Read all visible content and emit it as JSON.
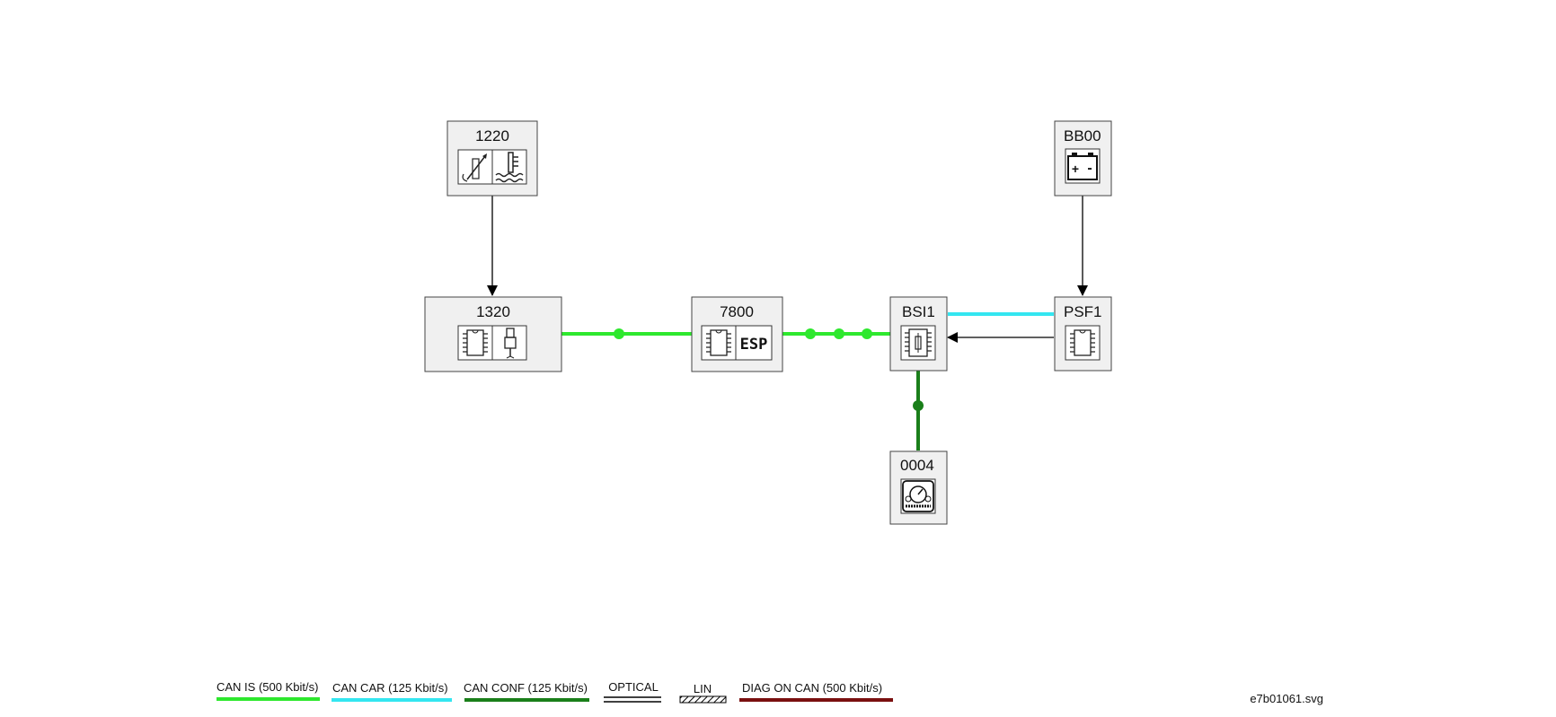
{
  "nodes": [
    {
      "id": "1220",
      "label": "1220",
      "icons": [
        "sensor-gauge-icon",
        "coolant-temperature-icon"
      ]
    },
    {
      "id": "1320",
      "label": "1320",
      "icons": [
        "ecu-chip-icon",
        "fuel-injector-icon"
      ]
    },
    {
      "id": "7800",
      "label": "7800",
      "icons": [
        "ecu-chip-icon",
        "esp-icon"
      ],
      "icon_text": "ESP"
    },
    {
      "id": "BSI1",
      "label": "BSI1",
      "icons": [
        "bsi-fuse-chip-icon"
      ]
    },
    {
      "id": "PSF1",
      "label": "PSF1",
      "icons": [
        "ecu-chip-icon"
      ]
    },
    {
      "id": "BB00",
      "label": "BB00",
      "icons": [
        "battery-icon"
      ],
      "battery_plus": "+",
      "battery_minus": "-"
    },
    {
      "id": "0004",
      "label": "0004",
      "icons": [
        "instrument-panel-icon"
      ]
    }
  ],
  "connections": [
    {
      "from": "1220",
      "to": "1320",
      "type": "wired",
      "color": "#000000"
    },
    {
      "from": "BB00",
      "to": "PSF1",
      "type": "wired",
      "color": "#000000"
    },
    {
      "from": "PSF1",
      "to": "BSI1",
      "type": "wired",
      "color": "#000000"
    },
    {
      "from": "1320",
      "to": "7800",
      "type": "CAN IS",
      "color": "#2ee82e"
    },
    {
      "from": "7800",
      "to": "BSI1",
      "type": "CAN IS",
      "color": "#2ee82e"
    },
    {
      "from": "BSI1",
      "to": "PSF1",
      "type": "CAN CAR",
      "color": "#33e6f0"
    },
    {
      "from": "BSI1",
      "to": "0004",
      "type": "CAN CONF",
      "color": "#1a7f1a"
    }
  ],
  "legend": [
    {
      "label": "CAN IS (500 Kbit/s)",
      "color": "#2ee82e"
    },
    {
      "label": "CAN CAR (125 Kbit/s)",
      "color": "#33e6f0"
    },
    {
      "label": "CAN CONF (125 Kbit/s)",
      "color": "#1a7f1a"
    },
    {
      "label": "OPTICAL",
      "color": "#000000"
    },
    {
      "label": "LIN",
      "color": "#000000"
    },
    {
      "label": "DIAG ON CAN  (500 Kbit/s)",
      "color": "#7a1010"
    }
  ],
  "filename": "e7b01061.svg"
}
